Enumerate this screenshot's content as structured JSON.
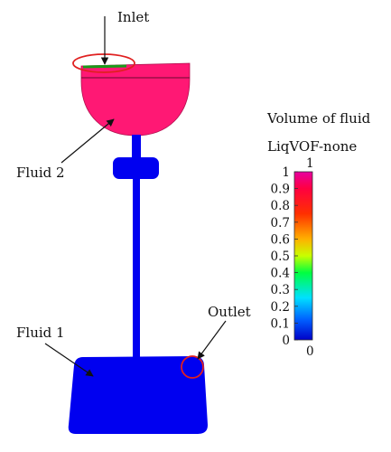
{
  "labels": {
    "inlet": "Inlet",
    "fluid2": "Fluid 2",
    "fluid1": "Fluid 1",
    "outlet": "Outlet"
  },
  "legend": {
    "title": "Volume of fluid",
    "subtitle": "LiqVOF-none",
    "top_value": "1",
    "bottom_value": "0",
    "ticks": [
      "1",
      "0.9",
      "0.8",
      "0.7",
      "0.6",
      "0.5",
      "0.4",
      "0.3",
      "0.2",
      "0.1",
      "0"
    ],
    "gradient_colors": [
      "#e600a0",
      "#ff0000",
      "#ff8c00",
      "#ffff00",
      "#00ff00",
      "#00ffff",
      "#0050ff",
      "#0000c8"
    ]
  },
  "colors": {
    "fluid2": "#ff1874",
    "fluid1": "#0000f0",
    "inlet_strip": "#1a9a1a",
    "highlight_circle": "#e02020",
    "arrow": "#111111"
  }
}
